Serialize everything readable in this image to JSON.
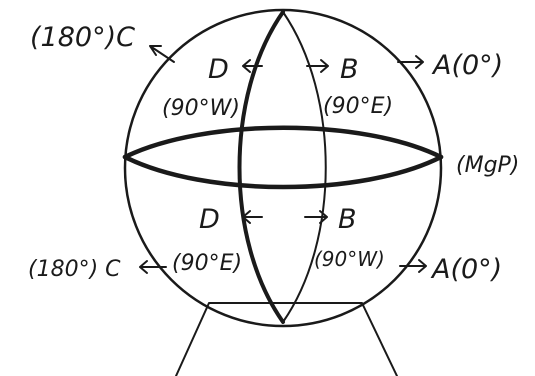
{
  "labels": {
    "top_left_c": "(180°)C",
    "top_d": "D",
    "top_b": "B",
    "top_right_a": "A(0°)",
    "top_d_deg": "(90°W)",
    "top_b_deg": "(90°E)",
    "equator_label": "(MgP)",
    "bottom_d": "D",
    "bottom_b": "B",
    "bottom_left_c": "(180°) C",
    "bottom_d_deg": "(90°E)",
    "bottom_b_deg": "(90°W)",
    "bottom_right_a": "A(0°)"
  }
}
